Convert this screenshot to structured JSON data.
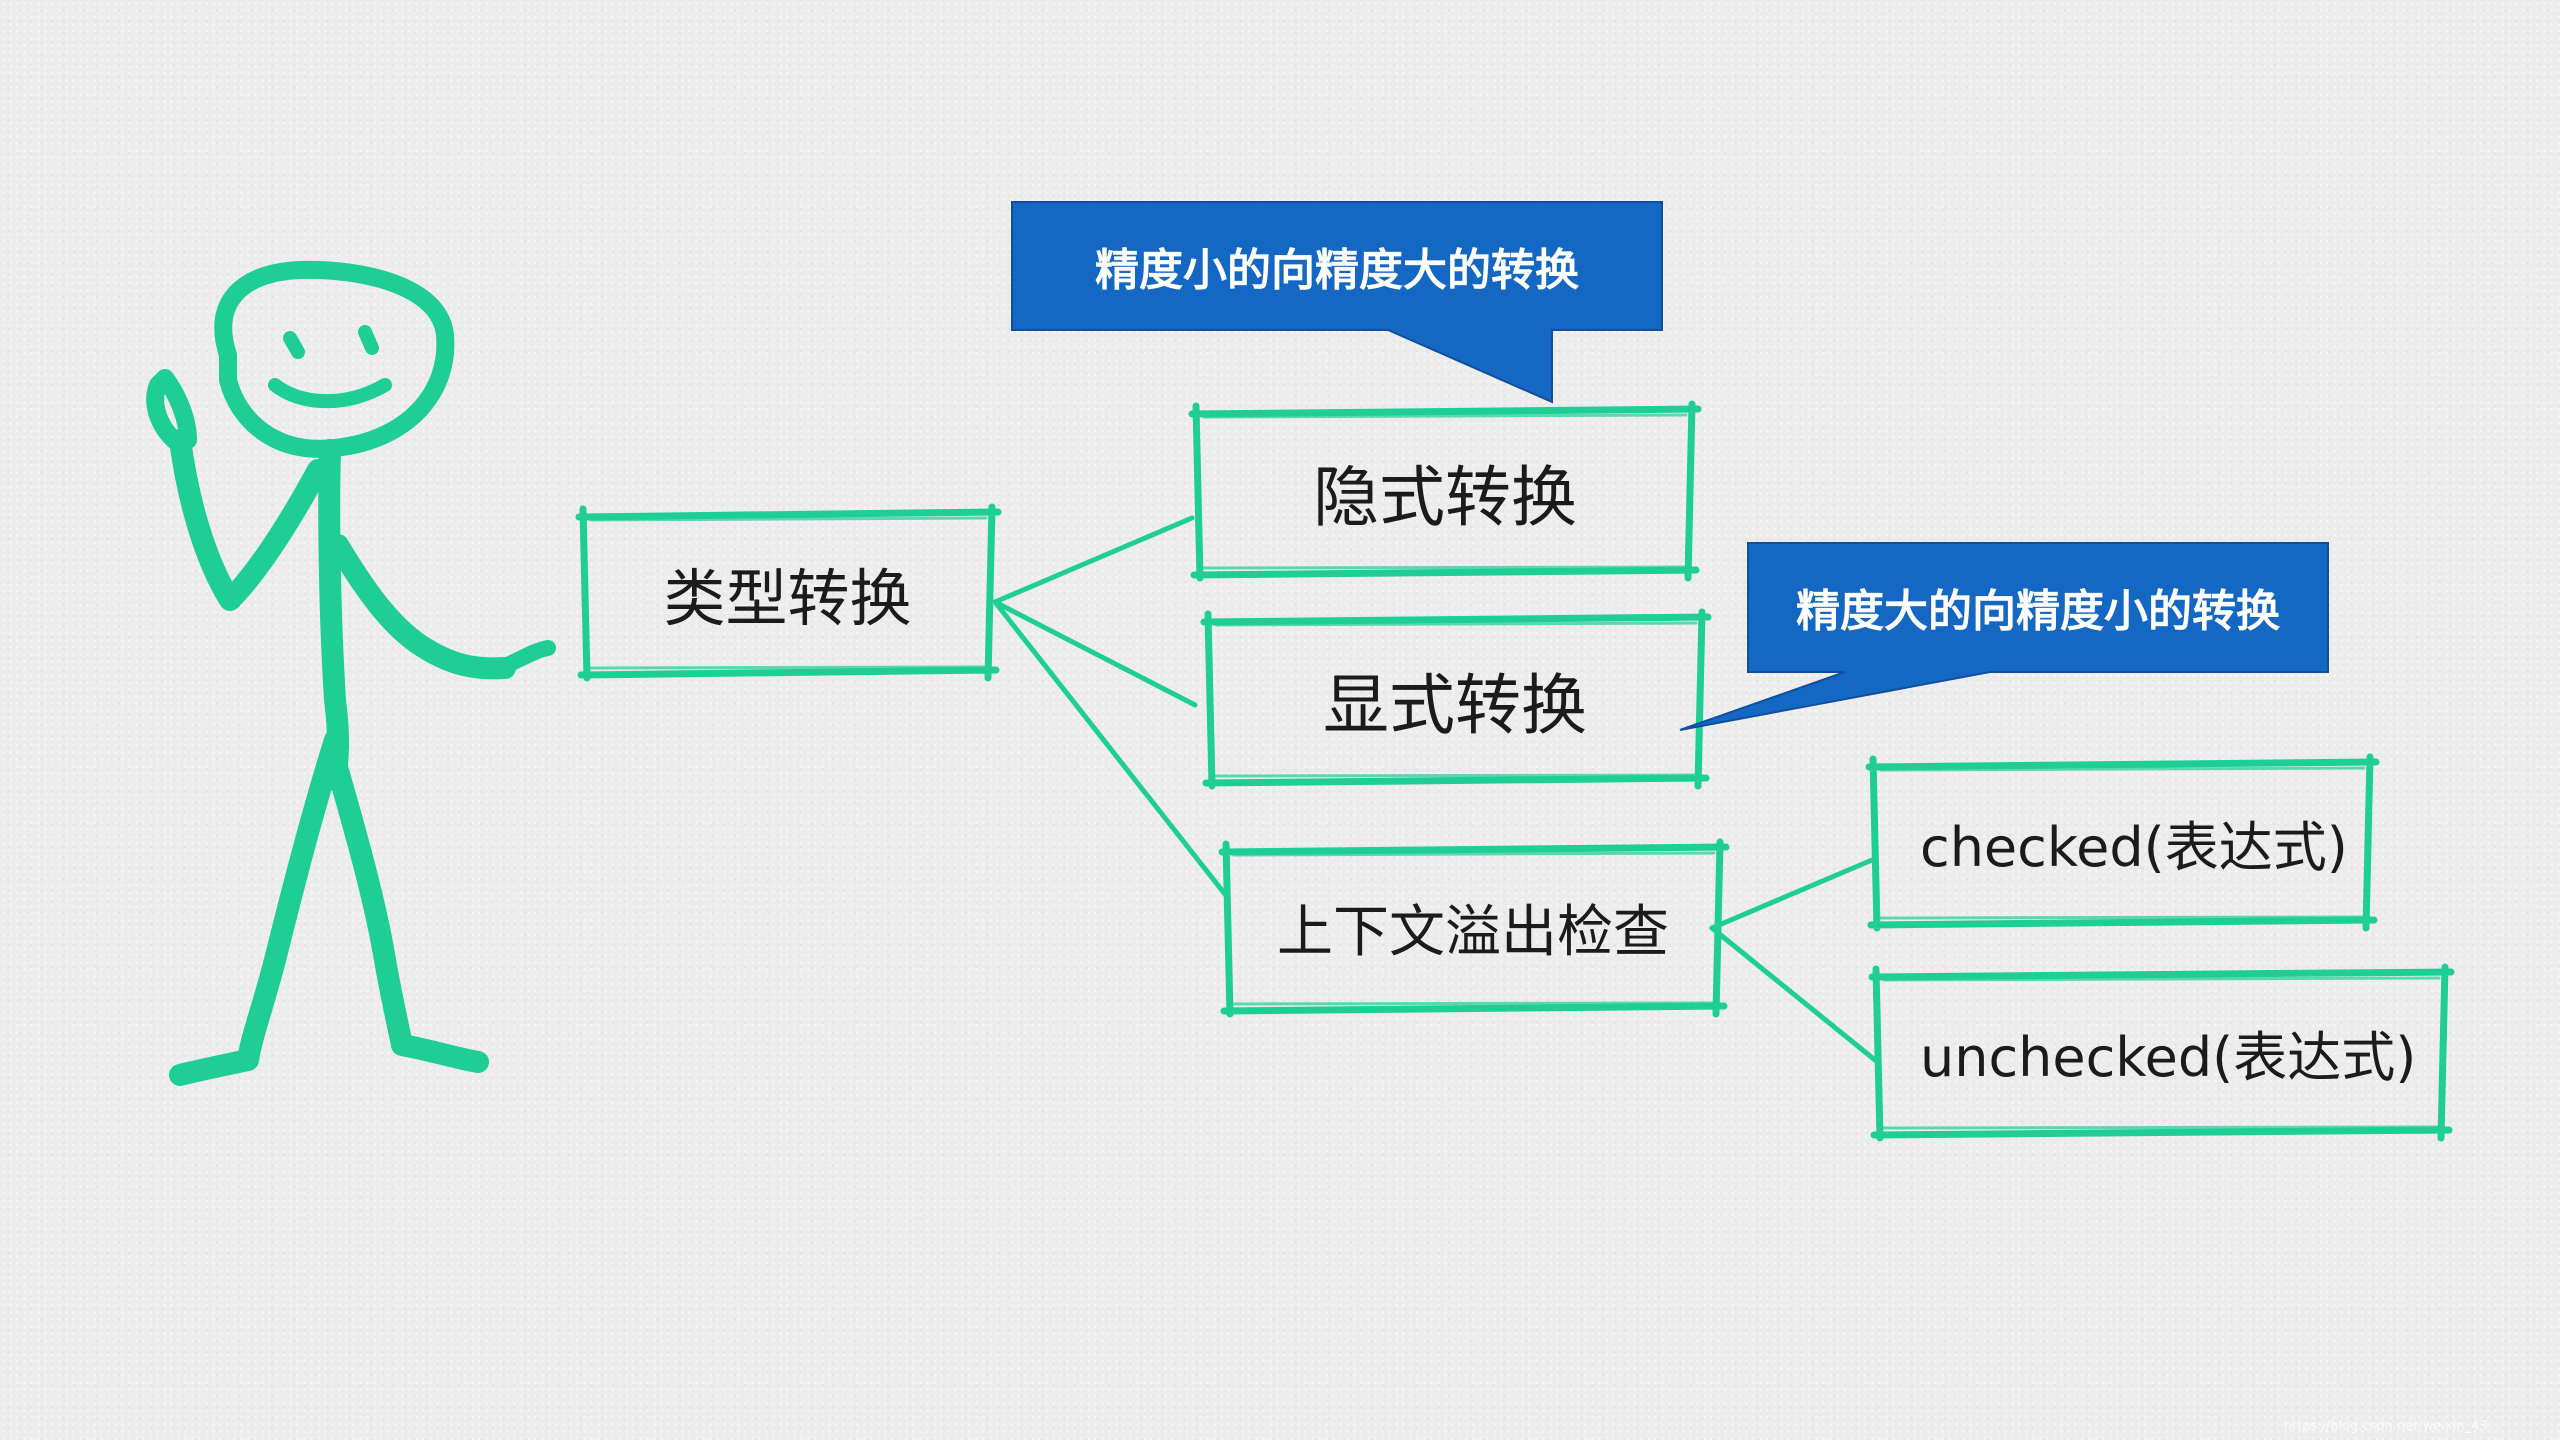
{
  "colors": {
    "stroke": "#1ece95",
    "callout_fill": "#1468c4",
    "callout_border": "#0f4f9e",
    "text": "#1b1b1b",
    "callout_text": "#ffffff",
    "background": "#ececec"
  },
  "nodes": {
    "root": "类型转换",
    "implicit": "隐式转换",
    "explicit": "显式转换",
    "overflow_check": "上下文溢出检查",
    "checked": "checked(表达式)",
    "unchecked": "unchecked(表达式)"
  },
  "callouts": {
    "implicit_note": "精度小的向精度大的转换",
    "explicit_note": "精度大的向精度小的转换"
  },
  "figure": {
    "icon": "stick-figure-icon"
  },
  "watermark": "https://blog.csdn.net/weixin_43..."
}
